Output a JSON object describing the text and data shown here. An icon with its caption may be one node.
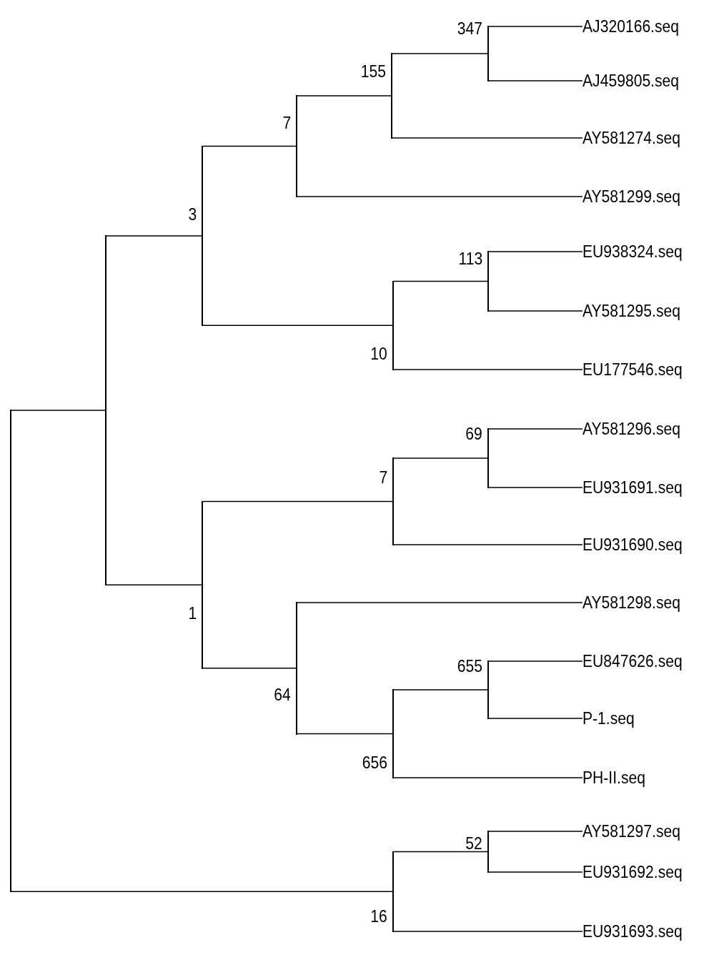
{
  "diagram": {
    "nodes": [
      {
        "text": [],
        "shape": "bar"
      },
      {
        "text": [],
        "shape": "bar"
      },
      {
        "text": [],
        "shape": "bar",
        "beside": [
          "3"
        ]
      },
      {
        "text": [],
        "shape": "bar",
        "beside": [
          "7"
        ]
      },
      {
        "text": [],
        "shape": "bar",
        "beside": [
          "155"
        ]
      },
      {
        "text": [],
        "shape": "bar",
        "beside": [
          "347"
        ]
      },
      {
        "text": [
          "AJ320166.seq"
        ]
      },
      {
        "text": [
          "AJ459805.seq"
        ]
      },
      {
        "text": [
          "AY581274.seq"
        ]
      },
      {
        "text": [
          "AY581299.seq"
        ]
      },
      {
        "text": [],
        "shape": "bar",
        "beside": [
          "10"
        ]
      },
      {
        "text": [],
        "shape": "bar",
        "beside": [
          "113"
        ]
      },
      {
        "text": [
          "EU938324.seq"
        ]
      },
      {
        "text": [
          "AY581295.seq"
        ]
      },
      {
        "text": [
          "EU177546.seq"
        ]
      },
      {
        "text": [],
        "shape": "bar",
        "beside": [
          "1"
        ]
      },
      {
        "text": [],
        "shape": "bar",
        "beside": [
          "7"
        ]
      },
      {
        "text": [],
        "shape": "bar",
        "beside": [
          "69"
        ]
      },
      {
        "text": [
          "AY581296.seq"
        ]
      },
      {
        "text": [
          "EU931691.seq"
        ]
      },
      {
        "text": [
          "EU931690.seq"
        ]
      },
      {
        "text": [],
        "shape": "bar",
        "beside": [
          "64"
        ]
      },
      {
        "text": [
          "AY581298.seq"
        ]
      },
      {
        "text": [],
        "shape": "bar",
        "beside": [
          "656"
        ]
      },
      {
        "text": [],
        "shape": "bar",
        "beside": [
          "655"
        ]
      },
      {
        "text": [
          "EU847626.seq"
        ]
      },
      {
        "text": [
          "P-1.seq"
        ]
      },
      {
        "text": [
          "PH-II.seq"
        ]
      },
      {
        "text": [],
        "shape": "bar",
        "beside": [
          "16"
        ]
      },
      {
        "text": [],
        "shape": "bar",
        "beside": [
          "52"
        ]
      },
      {
        "text": [
          "AY581297.seq"
        ]
      },
      {
        "text": [
          "EU931692.seq"
        ]
      },
      {
        "text": [
          "EU931693.seq"
        ]
      }
    ],
    "edges": [
      {
        "from": 0,
        "to": 1,
        "arrow": "none"
      },
      {
        "from": 0,
        "to": 28,
        "arrow": "none"
      },
      {
        "from": 1,
        "to": 2,
        "arrow": "none"
      },
      {
        "from": 1,
        "to": 15,
        "arrow": "none"
      },
      {
        "from": 2,
        "to": 3,
        "arrow": "none"
      },
      {
        "from": 2,
        "to": 10,
        "arrow": "none"
      },
      {
        "from": 3,
        "to": 4,
        "arrow": "none"
      },
      {
        "from": 3,
        "to": 9,
        "arrow": "none"
      },
      {
        "from": 4,
        "to": 5,
        "arrow": "none"
      },
      {
        "from": 4,
        "to": 8,
        "arrow": "none"
      },
      {
        "from": 5,
        "to": 6,
        "arrow": "none"
      },
      {
        "from": 5,
        "to": 7,
        "arrow": "none"
      },
      {
        "from": 10,
        "to": 11,
        "arrow": "none"
      },
      {
        "from": 10,
        "to": 14,
        "arrow": "none"
      },
      {
        "from": 11,
        "to": 12,
        "arrow": "none"
      },
      {
        "from": 11,
        "to": 13,
        "arrow": "none"
      },
      {
        "from": 15,
        "to": 16,
        "arrow": "none"
      },
      {
        "from": 15,
        "to": 21,
        "arrow": "none"
      },
      {
        "from": 16,
        "to": 17,
        "arrow": "none"
      },
      {
        "from": 16,
        "to": 20,
        "arrow": "none"
      },
      {
        "from": 17,
        "to": 18,
        "arrow": "none"
      },
      {
        "from": 17,
        "to": 19,
        "arrow": "none"
      },
      {
        "from": 21,
        "to": 22,
        "arrow": "none"
      },
      {
        "from": 21,
        "to": 23,
        "arrow": "none"
      },
      {
        "from": 23,
        "to": 24,
        "arrow": "none"
      },
      {
        "from": 23,
        "to": 27,
        "arrow": "none"
      },
      {
        "from": 24,
        "to": 25,
        "arrow": "none"
      },
      {
        "from": 24,
        "to": 26,
        "arrow": "none"
      },
      {
        "from": 28,
        "to": 29,
        "arrow": "none"
      },
      {
        "from": 28,
        "to": 32,
        "arrow": "none"
      },
      {
        "from": 29,
        "to": 30,
        "arrow": "none"
      },
      {
        "from": 29,
        "to": 31,
        "arrow": "none"
      }
    ]
  }
}
